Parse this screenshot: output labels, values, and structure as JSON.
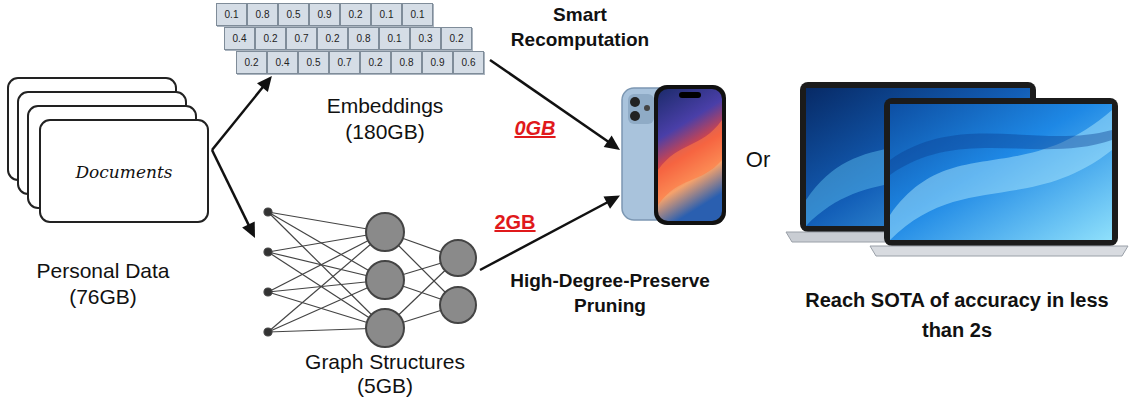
{
  "diagram": {
    "nodes": [
      {
        "text": [
          "Documents",
          "Personal Data (76GB)"
        ]
      },
      {
        "text": [
          "Embeddings (180GB)"
        ]
      },
      {
        "text": [
          "Graph Structures (5GB)"
        ]
      },
      {
        "text": []
      },
      {
        "text": [
          "Reach SOTA of accuracy in less than 2s"
        ]
      }
    ],
    "edges": [
      {
        "from": 0,
        "to": 1,
        "arrow": "to"
      },
      {
        "from": 0,
        "to": 2,
        "arrow": "to"
      },
      {
        "from": 1,
        "to": 3,
        "arrow": "to",
        "label": "0GB"
      },
      {
        "from": 2,
        "to": 3,
        "arrow": "to",
        "label": "2GB"
      }
    ],
    "labels": [
      "0.1",
      "0.8",
      "0.5",
      "0.9",
      "0.2",
      "0.1",
      "0.1",
      "0.4",
      "0.2",
      "0.7",
      "0.2",
      "0.8",
      "0.1",
      "0.3",
      "0.2",
      "0.2",
      "0.4",
      "0.5",
      "0.7",
      "0.2",
      "0.8",
      "0.9",
      "0.6",
      "Smart Recomputation",
      "Or",
      "High-Degree-Preserve Pruning"
    ]
  }
}
